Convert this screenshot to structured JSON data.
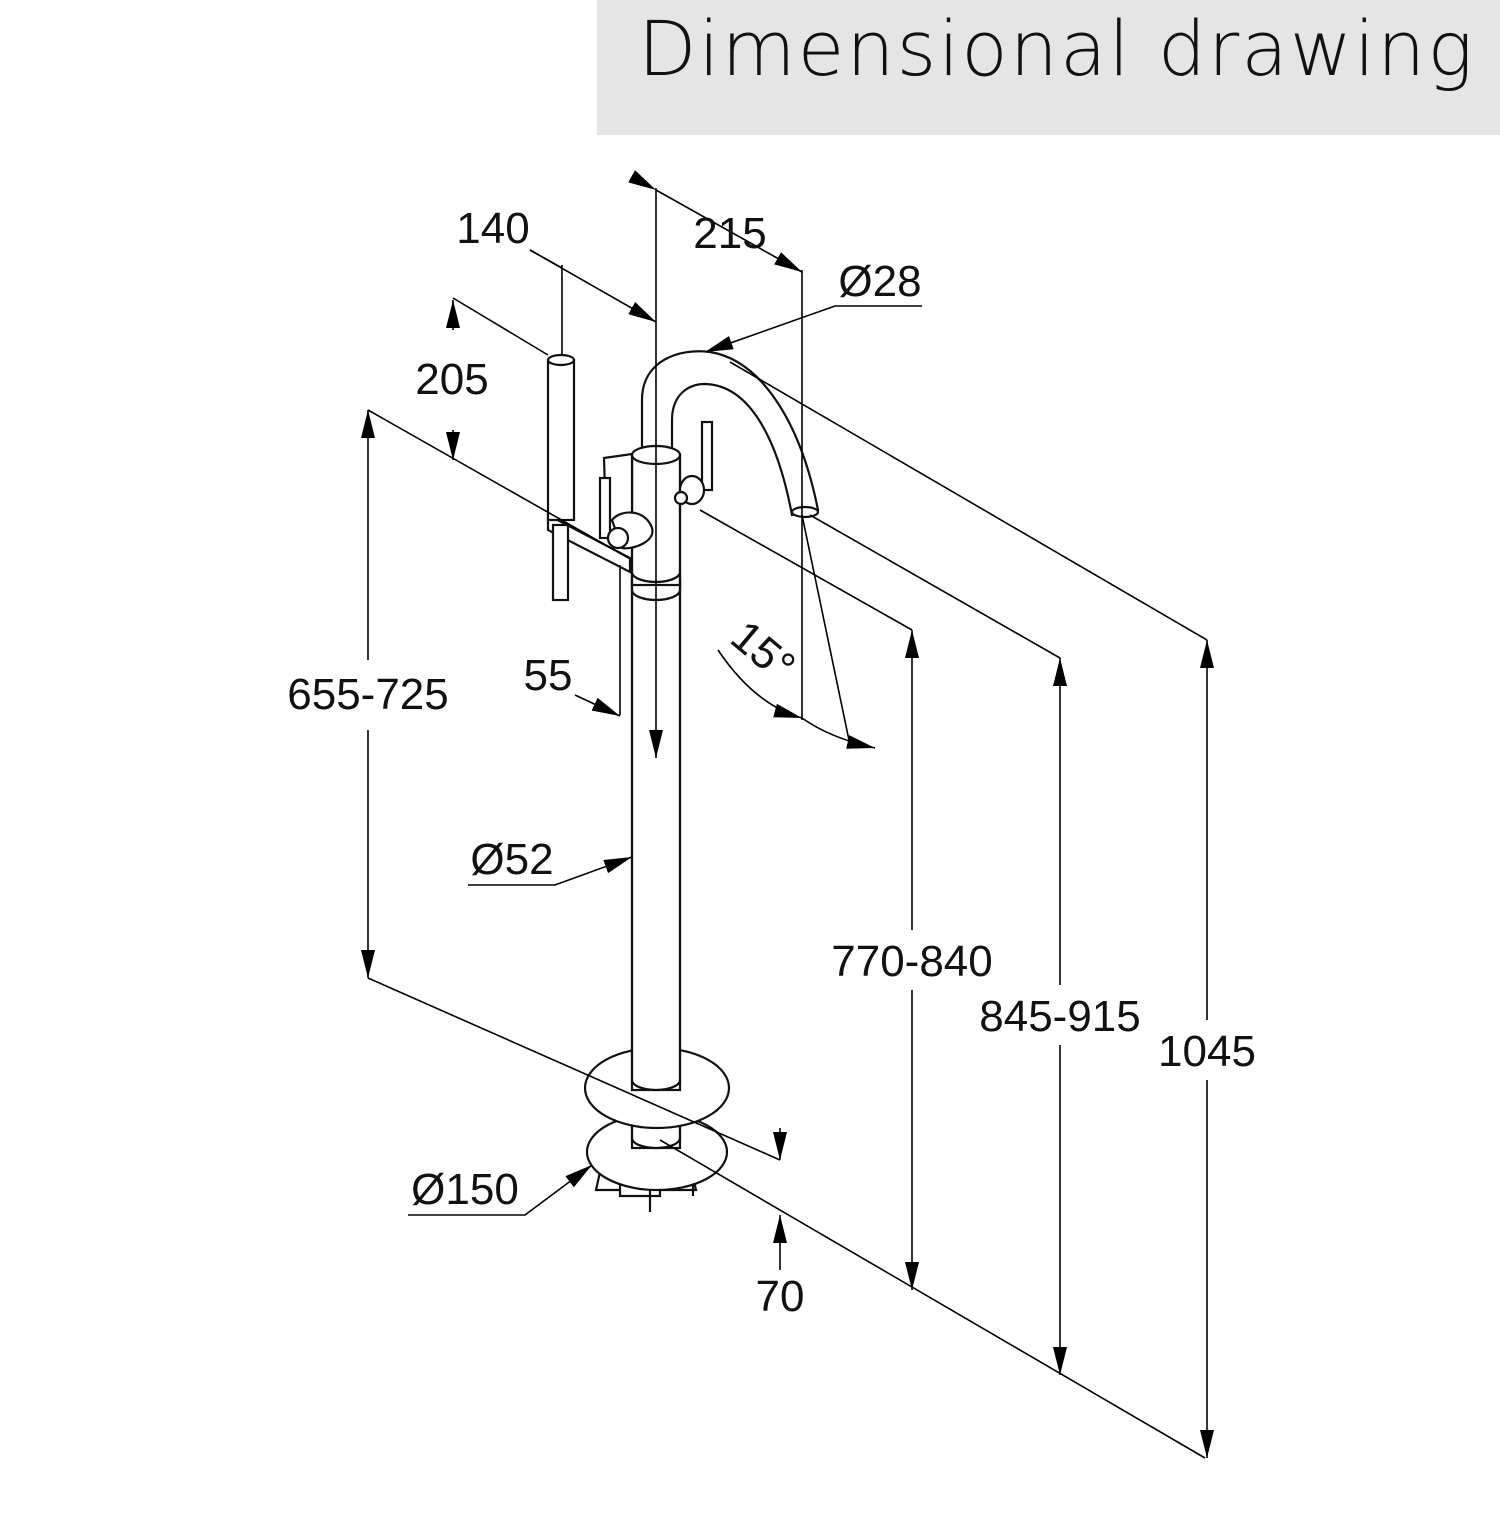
{
  "header": {
    "title": "Dimensional drawing",
    "background": "#e5e5e5"
  },
  "dimensions": {
    "spout_reach": "215",
    "hand_shower_offset": "140",
    "spout_diameter": "Ø28",
    "hand_shower_height": "205",
    "handle_height": "655-725",
    "handle_offset": "55",
    "swivel_angle": "15°",
    "column_diameter": "Ø52",
    "spout_outlet_height": "770-840",
    "spout_height": "845-915",
    "total_height": "1045",
    "base_depth": "70",
    "base_diameter": "Ø150"
  }
}
